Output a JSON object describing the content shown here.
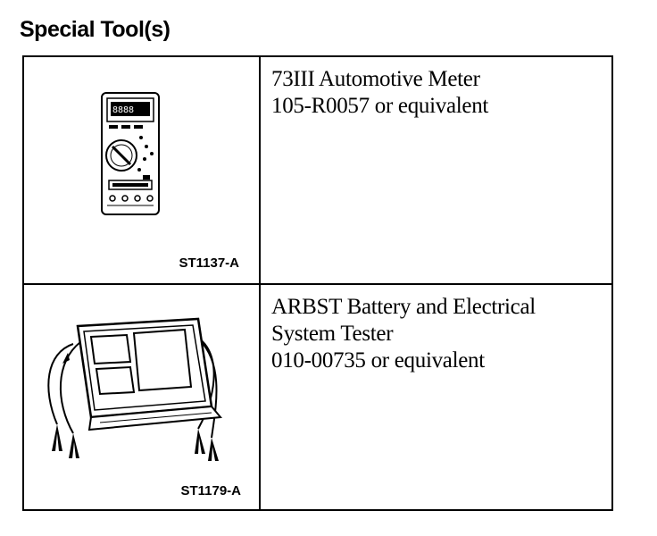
{
  "heading": "Special Tool(s)",
  "tools": [
    {
      "name": "73III Automotive Meter",
      "part_line": "105-R0057 or equivalent",
      "figure_code": "ST1137-A",
      "illustration": "multimeter-icon"
    },
    {
      "name_line_1": "ARBST Battery and Electrical",
      "name_line_2": "System Tester",
      "part_line": "010-00735 or equivalent",
      "figure_code": "ST1179-A",
      "illustration": "battery-tester-icon"
    }
  ]
}
